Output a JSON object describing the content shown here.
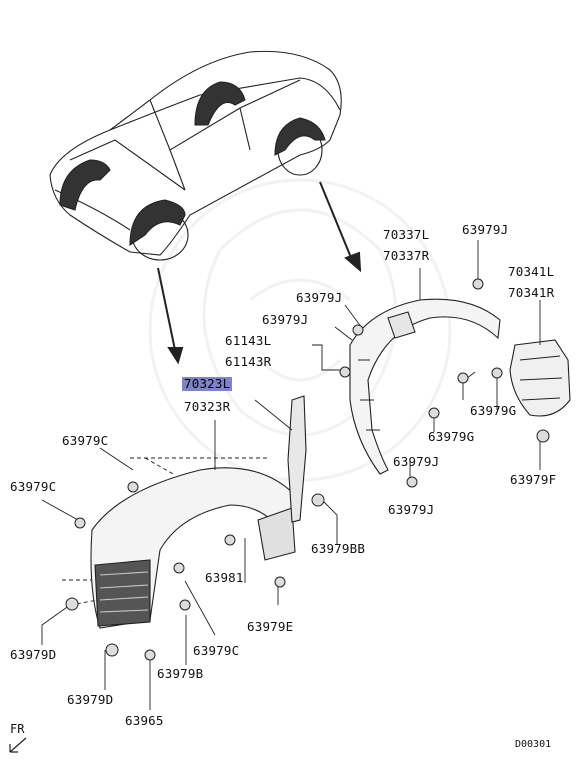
{
  "labels": {
    "p70337L": "70337L",
    "p70337R": "70337R",
    "p63979J_top": "63979J",
    "p70341L": "70341L",
    "p70341R": "70341R",
    "p63979J_a": "63979J",
    "p63979J_b": "63979J",
    "p61143L": "61143L",
    "p61143R": "61143R",
    "p70323L": "70323L",
    "p70323R": "70323R",
    "p63979G_a": "63979G",
    "p63979G_b": "63979G",
    "p63979J_c": "63979J",
    "p63979J_d": "63979J",
    "p63979F": "63979F",
    "p63979C_a": "63979C",
    "p63979C_b": "63979C",
    "p63979BB": "63979BB",
    "p63981": "63981",
    "p63979E": "63979E",
    "p63979C_c": "63979C",
    "p63979D_a": "63979D",
    "p63979B": "63979B",
    "p63979D_b": "63979D",
    "p63965": "63965"
  },
  "fr_label": "FR",
  "drawing_code": "D00301"
}
